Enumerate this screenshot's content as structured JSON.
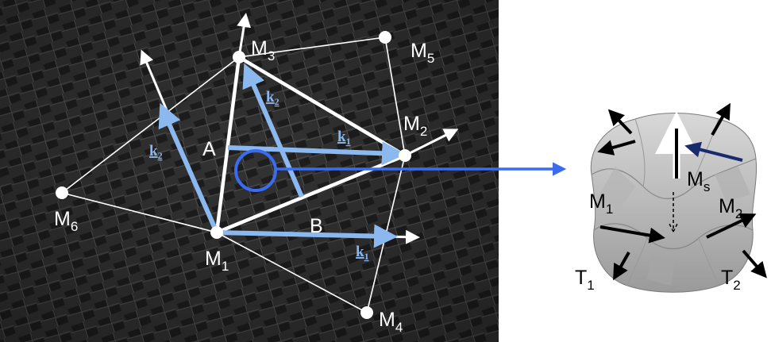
{
  "nodes": {
    "m1": {
      "name": "M",
      "sub": "1"
    },
    "m2": {
      "name": "M",
      "sub": "2"
    },
    "m3": {
      "name": "M",
      "sub": "3"
    },
    "m4": {
      "name": "M",
      "sub": "4"
    },
    "m5": {
      "name": "M",
      "sub": "5"
    },
    "m6": {
      "name": "M",
      "sub": "6"
    }
  },
  "points": {
    "a": "A",
    "b": "B"
  },
  "vectors": {
    "k1_top": {
      "name": "k",
      "sub": "1"
    },
    "k1_bottom": {
      "name": "k",
      "sub": "1"
    },
    "k2_left": {
      "name": "k",
      "sub": "2"
    },
    "k2_top": {
      "name": "k",
      "sub": "2"
    }
  },
  "inset": {
    "ms": {
      "name": "M",
      "sub": "s"
    },
    "m1": {
      "name": "M",
      "sub": "1"
    },
    "m2": {
      "name": "M",
      "sub": "2"
    },
    "t1": {
      "name": "T",
      "sub": "1"
    },
    "t2": {
      "name": "T",
      "sub": "2"
    }
  },
  "colors": {
    "light_blue": "#8cb8f0",
    "blue": "#3b6cf0",
    "navy": "#1a2a6e",
    "white": "#ffffff",
    "fabric_dark": "#2a2a2a",
    "fabric_light": "#4a4a4a"
  }
}
